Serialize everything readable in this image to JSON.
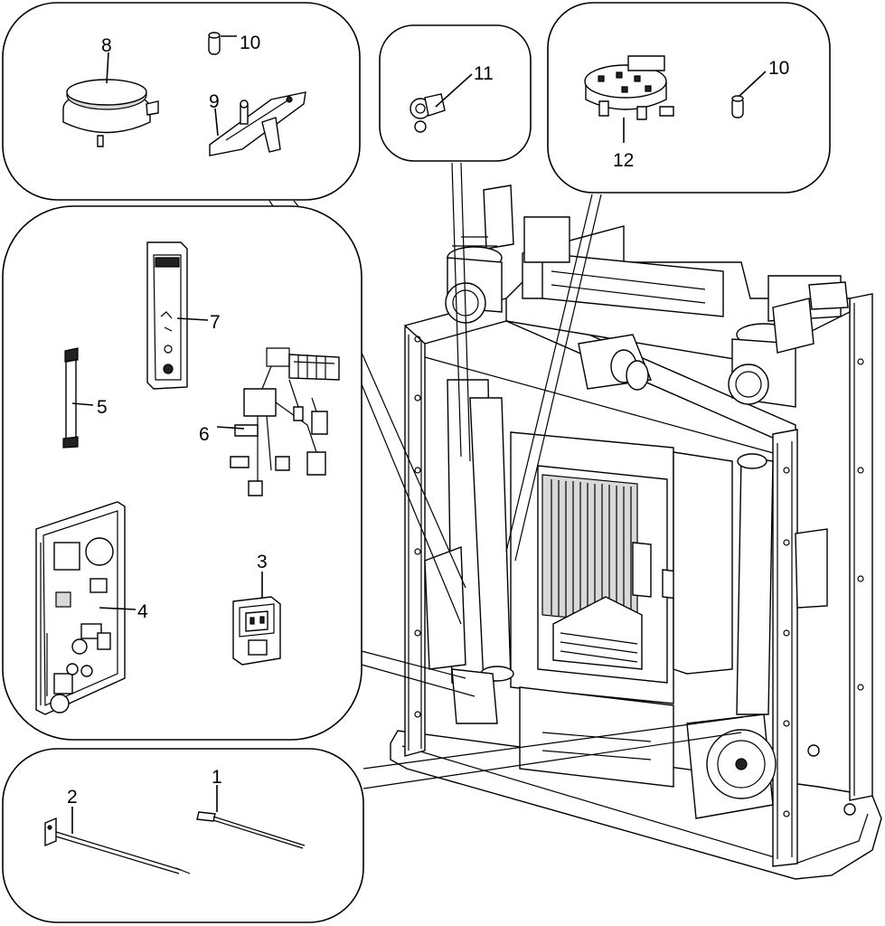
{
  "callouts": {
    "c1": "1",
    "c2": "2",
    "c3": "3",
    "c4": "4",
    "c5": "5",
    "c6": "6",
    "c7": "7",
    "c8": "8",
    "c9": "9",
    "c10a": "10",
    "c10b": "10",
    "c11": "11",
    "c12": "12"
  }
}
